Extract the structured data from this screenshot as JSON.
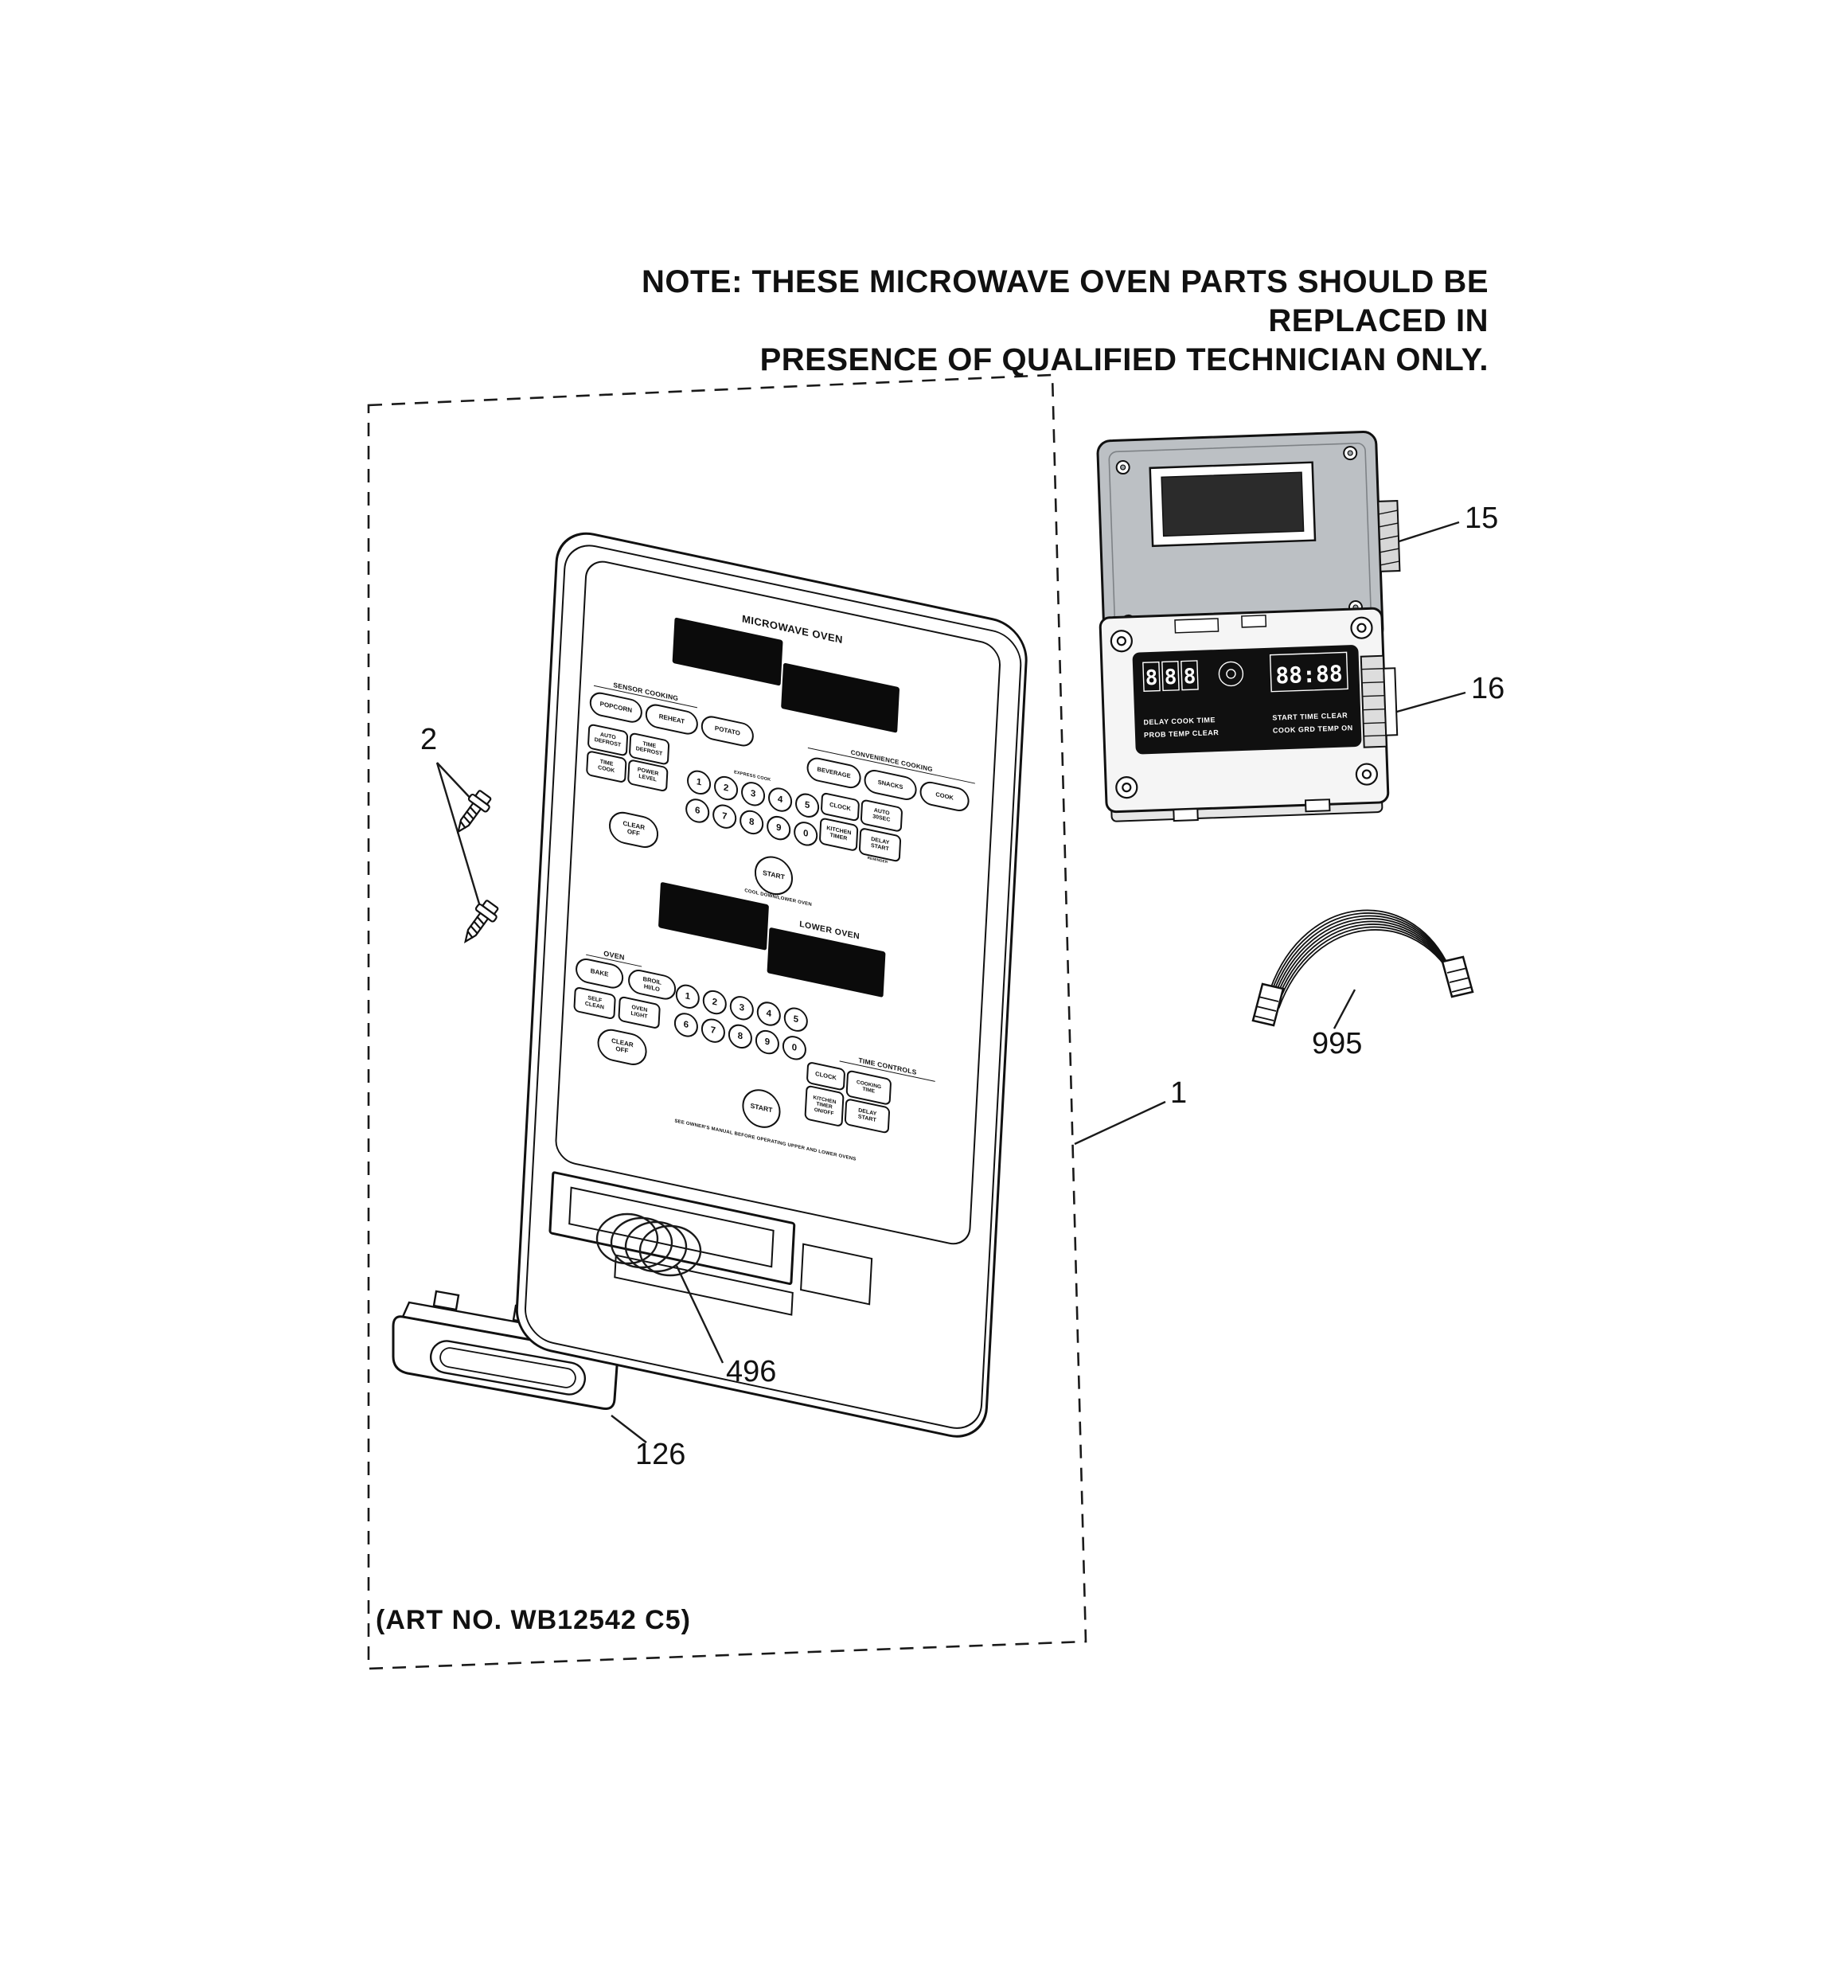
{
  "note": {
    "line1": "NOTE: THESE MICROWAVE OVEN PARTS SHOULD BE REPLACED IN",
    "line2": "PRESENCE OF QUALIFIED TECHNICIAN ONLY."
  },
  "art_no": "(ART NO. WB12542 C5)",
  "callouts": {
    "panel": "1",
    "screws": "2",
    "display_board": "15",
    "control_board": "16",
    "ribbon_cable": "995",
    "grille": "126",
    "spring": "496"
  },
  "panel": {
    "digits": [
      "1",
      "2",
      "3",
      "4",
      "5",
      "6",
      "7",
      "8",
      "9",
      "0"
    ],
    "upper": {
      "title": "MICROWAVE OVEN",
      "sensor_label": "SENSOR COOKING",
      "sensor_buttons": [
        "POPCORN",
        "REHEAT",
        "POTATO"
      ],
      "convenience_label": "CONVENIENCE COOKING",
      "convenience_buttons": [
        "BEVERAGE",
        "SNACKS",
        "COOK"
      ],
      "function_buttons": [
        "AUTO\nDEFROST",
        "TIME\nDEFROST",
        "TIME\nCOOK",
        "POWER\nLEVEL"
      ],
      "express_label": "EXPRESS COOK",
      "right_buttons": [
        "CLOCK",
        "AUTO\n30SEC",
        "KITCHEN\nTIMER",
        "DELAY\nSTART"
      ],
      "reminder_label": "REMINDER",
      "clear_button": "CLEAR\nOFF",
      "start_button": "START",
      "cooldown_label": "COOL DOWN/LOWER OVEN"
    },
    "lower": {
      "title": "LOWER OVEN",
      "oven_label": "OVEN",
      "oven_buttons": [
        "BAKE",
        "BROIL\nHI/LO",
        "SELF\nCLEAN",
        "OVEN\nLIGHT"
      ],
      "time_label": "TIME CONTROLS",
      "time_buttons": [
        "CLOCK",
        "COOKING\nTIME",
        "KITCHEN\nTIMER\nON/OFF",
        "DELAY\nSTART"
      ],
      "clear_button": "CLEAR\nOFF",
      "start_button": "START",
      "caution_label": "SEE OWNER'S MANUAL BEFORE OPERATING UPPER AND LOWER OVENS"
    }
  },
  "board16": {
    "digits_left": [
      "8",
      "8",
      "8"
    ],
    "digits_right": "88:88",
    "legend": [
      "DELAY COOK TIME",
      "PROB TEMP CLEAR",
      "START TIME CLEAR",
      "COOK GRD TEMP ON"
    ]
  }
}
